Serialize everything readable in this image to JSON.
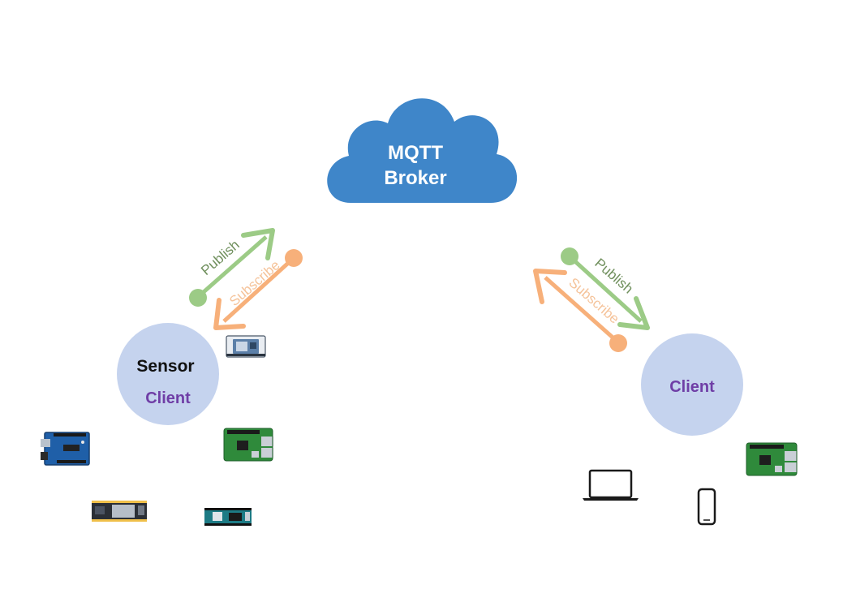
{
  "broker": {
    "label_line1": "MQTT",
    "label_line2": "Broker",
    "color": "#3f86c9"
  },
  "left_client": {
    "title": "Sensor",
    "subtitle": "Client",
    "circle_color": "#c5d3ee",
    "subtitle_color": "#6f3ea6",
    "publish_label": "Publish",
    "subscribe_label": "Subscribe"
  },
  "right_client": {
    "title": "Client",
    "circle_color": "#c5d3ee",
    "title_color": "#6f3ea6",
    "publish_label": "Publish",
    "subscribe_label": "Subscribe"
  },
  "colors": {
    "publish": "#9ccb86",
    "publish_text": "#6f8f5c",
    "subscribe": "#f7b07a",
    "subscribe_text": "#f5c39a"
  },
  "devices": {
    "left": [
      "wifi-module-icon",
      "arduino-uno-icon",
      "raspberry-pi-icon",
      "esp32-board-icon",
      "arduino-mkr-icon"
    ],
    "right": [
      "laptop-icon",
      "smartphone-icon",
      "raspberry-pi-icon"
    ]
  }
}
